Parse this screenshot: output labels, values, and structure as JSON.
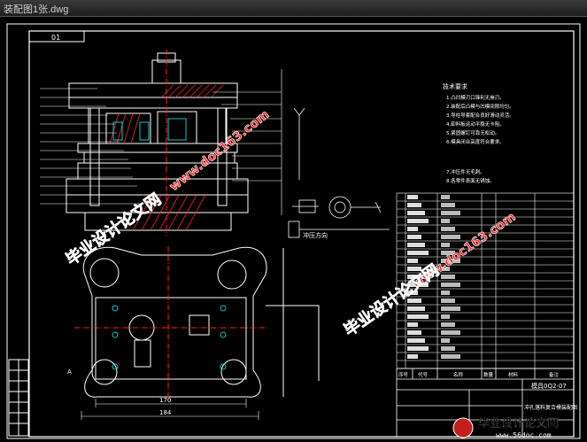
{
  "window": {
    "title": "装配图1张.dwg"
  },
  "drawing": {
    "tag": "01",
    "tech_requirements": {
      "heading": "技术要求",
      "lines": [
        "1.凸凹模刃口锋利无崩刃。",
        "2.装配后凸模与凹模间隙均匀。",
        "3.导柱导套配合良好滑动灵活。",
        "4.卸料板运动平稳无卡阻。",
        "5.紧固螺钉可靠无松动。",
        "6.模具闭合高度符合要求。",
        "7.冲压件无毛刺。",
        "8.各零件表面无锈蚀。"
      ]
    },
    "dims": {
      "width1": "170",
      "width2": "184",
      "view_label": "A"
    },
    "title_block": {
      "code": "模具0Q2-07",
      "name": "冲孔落料复合模装配图",
      "headers": [
        "序号",
        "代号",
        "名称",
        "数量",
        "材料",
        "备注"
      ]
    },
    "arrow_label": "冲压方向"
  },
  "watermarks": {
    "site": "www.doc163.com",
    "cn": "毕业设计论文网",
    "footer_cn": "毕业设计论文网",
    "footer_url": "www.56doc.com"
  },
  "colors": {
    "line": "#ffffff",
    "accent": "#ff2020",
    "dim": "#00ffff",
    "yellow": "#ffff00"
  }
}
